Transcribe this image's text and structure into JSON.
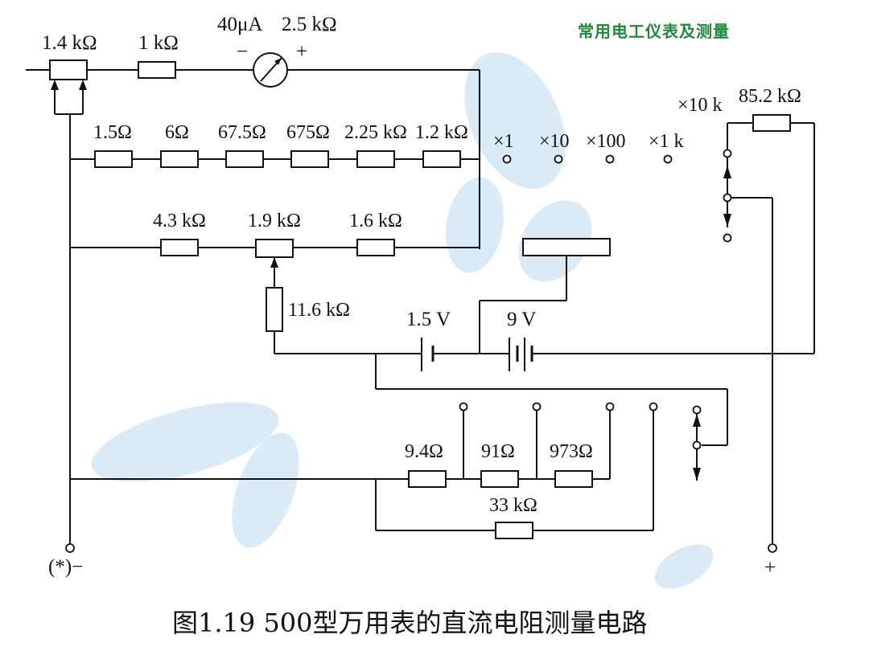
{
  "header": {
    "title": "常用电工仪表及测量"
  },
  "caption": "图1.19 500型万用表的直流电阻测量电路",
  "labels": {
    "r_pot_top": "1.4 kΩ",
    "r_1k": "1 kΩ",
    "meter_current": "40μA",
    "meter_resistance": "2.5 kΩ",
    "meter_minus": "−",
    "meter_plus": "+",
    "r_1_5": "1.5Ω",
    "r_6": "6Ω",
    "r_67_5": "67.5Ω",
    "r_675": "675Ω",
    "r_2_25k": "2.25 kΩ",
    "r_1_2k": "1.2 kΩ",
    "r_4_3k": "4.3 kΩ",
    "r_1_9k": "1.9 kΩ",
    "r_1_6k": "1.6 kΩ",
    "r_11_6k": "11.6 kΩ",
    "bat_1_5v": "1.5 V",
    "bat_9v": "9 V",
    "range_x1": "×1",
    "range_x10": "×10",
    "range_x100": "×100",
    "range_x1k": "×1 k",
    "range_x10k": "×10 k",
    "r_85_2k": "85.2 kΩ",
    "r_9_4": "9.4Ω",
    "r_91": "91Ω",
    "r_973": "973Ω",
    "r_33k": "33 kΩ",
    "term_neg": "(*)−",
    "term_pos": "+"
  },
  "colors": {
    "header_green": "#1f8a3a",
    "watermark_blue": "#cfe3f5",
    "line": "#111111"
  }
}
